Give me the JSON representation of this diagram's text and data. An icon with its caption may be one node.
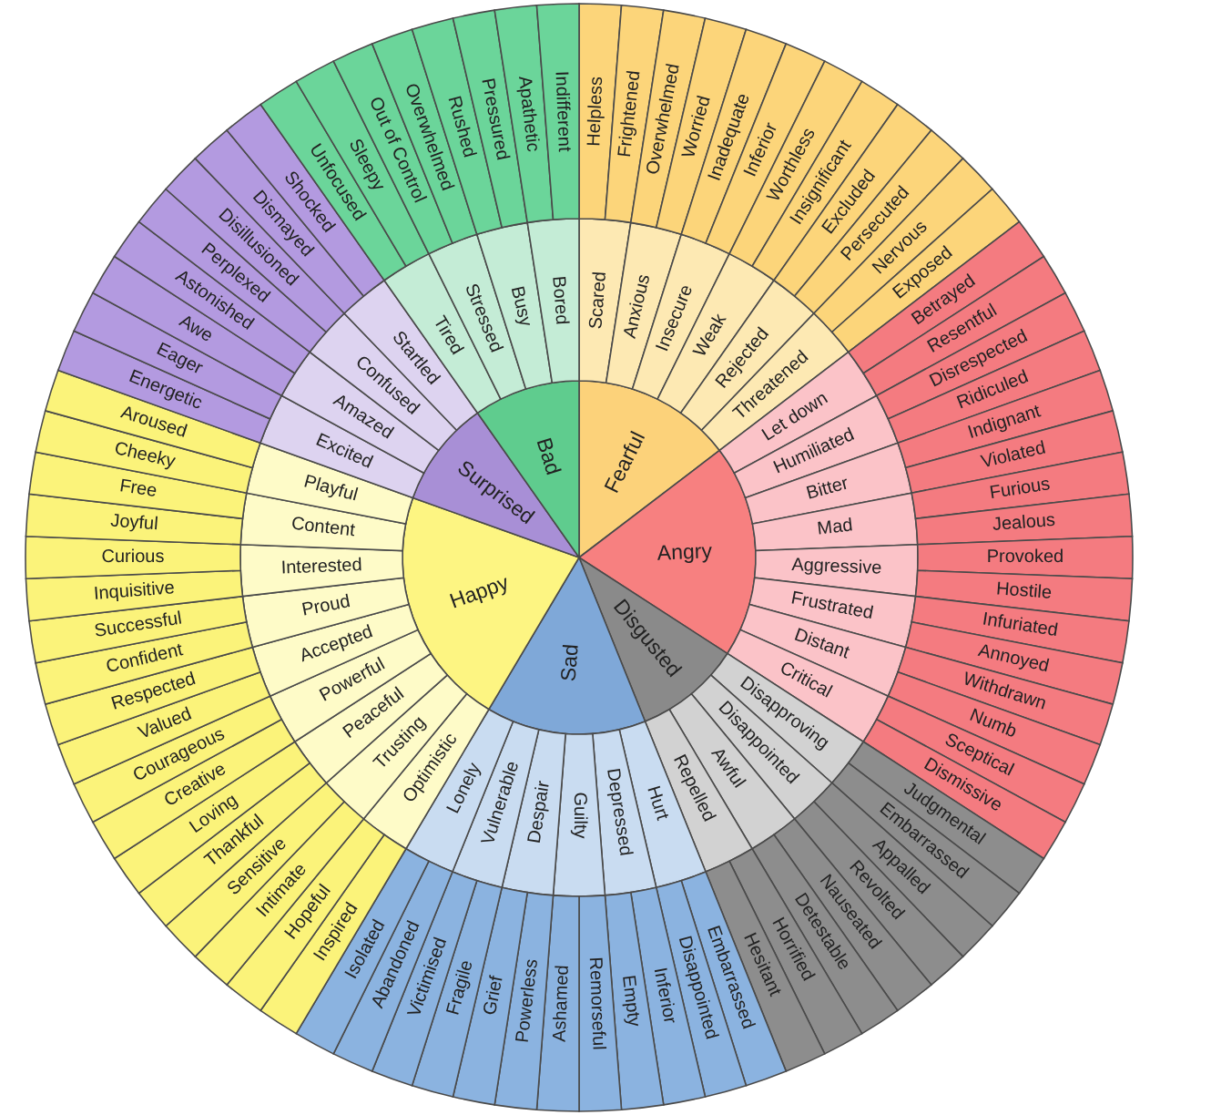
{
  "diagram": {
    "nodes": [
      {
        "text": [
          "Fearful"
        ]
      },
      {
        "text": [
          "Scared"
        ]
      },
      {
        "text": [
          "Anxious"
        ]
      },
      {
        "text": [
          "Insecure"
        ]
      },
      {
        "text": [
          "Weak"
        ]
      },
      {
        "text": [
          "Rejected"
        ]
      },
      {
        "text": [
          "Threatened"
        ]
      },
      {
        "text": [
          "Helpless"
        ]
      },
      {
        "text": [
          "Frightened"
        ]
      },
      {
        "text": [
          "Overwhelmed"
        ]
      },
      {
        "text": [
          "Worried"
        ]
      },
      {
        "text": [
          "Inadequate"
        ]
      },
      {
        "text": [
          "Inferior"
        ]
      },
      {
        "text": [
          "Worthless"
        ]
      },
      {
        "text": [
          "Insignificant"
        ]
      },
      {
        "text": [
          "Excluded"
        ]
      },
      {
        "text": [
          "Persecuted"
        ]
      },
      {
        "text": [
          "Nervous"
        ]
      },
      {
        "text": [
          "Exposed"
        ]
      },
      {
        "text": [
          "Angry"
        ]
      },
      {
        "text": [
          "Let down"
        ]
      },
      {
        "text": [
          "Humiliated"
        ]
      },
      {
        "text": [
          "Bitter"
        ]
      },
      {
        "text": [
          "Mad"
        ]
      },
      {
        "text": [
          "Aggressive"
        ]
      },
      {
        "text": [
          "Frustrated"
        ]
      },
      {
        "text": [
          "Distant"
        ]
      },
      {
        "text": [
          "Critical"
        ]
      },
      {
        "text": [
          "Betrayed"
        ]
      },
      {
        "text": [
          "Resentful"
        ]
      },
      {
        "text": [
          "Disrespected"
        ]
      },
      {
        "text": [
          "Ridiculed"
        ]
      },
      {
        "text": [
          "Indignant"
        ]
      },
      {
        "text": [
          "Violated"
        ]
      },
      {
        "text": [
          "Furious"
        ]
      },
      {
        "text": [
          "Jealous"
        ]
      },
      {
        "text": [
          "Provoked"
        ]
      },
      {
        "text": [
          "Hostile"
        ]
      },
      {
        "text": [
          "Infuriated"
        ]
      },
      {
        "text": [
          "Annoyed"
        ]
      },
      {
        "text": [
          "Withdrawn"
        ]
      },
      {
        "text": [
          "Numb"
        ]
      },
      {
        "text": [
          "Sceptical"
        ]
      },
      {
        "text": [
          "Dismissive"
        ]
      },
      {
        "text": [
          "Disgusted"
        ]
      },
      {
        "text": [
          "Disapproving"
        ]
      },
      {
        "text": [
          "Disappointed"
        ]
      },
      {
        "text": [
          "Awful"
        ]
      },
      {
        "text": [
          "Repelled"
        ]
      },
      {
        "text": [
          "Judgmental"
        ]
      },
      {
        "text": [
          "Embarrassed"
        ]
      },
      {
        "text": [
          "Appalled"
        ]
      },
      {
        "text": [
          "Revolted"
        ]
      },
      {
        "text": [
          "Nauseated"
        ]
      },
      {
        "text": [
          "Detestable"
        ]
      },
      {
        "text": [
          "Horrified"
        ]
      },
      {
        "text": [
          "Hesitant"
        ]
      },
      {
        "text": [
          "Sad"
        ]
      },
      {
        "text": [
          "Hurt"
        ]
      },
      {
        "text": [
          "Depressed"
        ]
      },
      {
        "text": [
          "Guilty"
        ]
      },
      {
        "text": [
          "Despair"
        ]
      },
      {
        "text": [
          "Vulnerable"
        ]
      },
      {
        "text": [
          "Lonely"
        ]
      },
      {
        "text": [
          "Embarrassed"
        ]
      },
      {
        "text": [
          "Disappointed"
        ]
      },
      {
        "text": [
          "Inferior"
        ]
      },
      {
        "text": [
          "Empty"
        ]
      },
      {
        "text": [
          "Remorseful"
        ]
      },
      {
        "text": [
          "Ashamed"
        ]
      },
      {
        "text": [
          "Powerless"
        ]
      },
      {
        "text": [
          "Grief"
        ]
      },
      {
        "text": [
          "Fragile"
        ]
      },
      {
        "text": [
          "Victimised"
        ]
      },
      {
        "text": [
          "Abandoned"
        ]
      },
      {
        "text": [
          "Isolated"
        ]
      },
      {
        "text": [
          "Happy"
        ]
      },
      {
        "text": [
          "Optimistic"
        ]
      },
      {
        "text": [
          "Trusting"
        ]
      },
      {
        "text": [
          "Peaceful"
        ]
      },
      {
        "text": [
          "Powerful"
        ]
      },
      {
        "text": [
          "Accepted"
        ]
      },
      {
        "text": [
          "Proud"
        ]
      },
      {
        "text": [
          "Interested"
        ]
      },
      {
        "text": [
          "Content"
        ]
      },
      {
        "text": [
          "Playful"
        ]
      },
      {
        "text": [
          "Inspired"
        ]
      },
      {
        "text": [
          "Hopeful"
        ]
      },
      {
        "text": [
          "Intimate"
        ]
      },
      {
        "text": [
          "Sensitive"
        ]
      },
      {
        "text": [
          "Thankful"
        ]
      },
      {
        "text": [
          "Loving"
        ]
      },
      {
        "text": [
          "Creative"
        ]
      },
      {
        "text": [
          "Courageous"
        ]
      },
      {
        "text": [
          "Valued"
        ]
      },
      {
        "text": [
          "Respected"
        ]
      },
      {
        "text": [
          "Confident"
        ]
      },
      {
        "text": [
          "Successful"
        ]
      },
      {
        "text": [
          "Inquisitive"
        ]
      },
      {
        "text": [
          "Curious"
        ]
      },
      {
        "text": [
          "Joyful"
        ]
      },
      {
        "text": [
          "Free"
        ]
      },
      {
        "text": [
          "Cheeky"
        ]
      },
      {
        "text": [
          "Aroused"
        ]
      },
      {
        "text": [
          "Surprised"
        ]
      },
      {
        "text": [
          "Excited"
        ]
      },
      {
        "text": [
          "Amazed"
        ]
      },
      {
        "text": [
          "Confused"
        ]
      },
      {
        "text": [
          "Startled"
        ]
      },
      {
        "text": [
          "Energetic"
        ]
      },
      {
        "text": [
          "Eager"
        ]
      },
      {
        "text": [
          "Awe"
        ]
      },
      {
        "text": [
          "Astonished"
        ]
      },
      {
        "text": [
          "Perplexed"
        ]
      },
      {
        "text": [
          "Disillusioned"
        ]
      },
      {
        "text": [
          "Dismayed"
        ]
      },
      {
        "text": [
          "Shocked"
        ]
      },
      {
        "text": [
          "Bad"
        ]
      },
      {
        "text": [
          "Tired"
        ]
      },
      {
        "text": [
          "Stressed"
        ]
      },
      {
        "text": [
          "Busy"
        ]
      },
      {
        "text": [
          "Bored"
        ]
      },
      {
        "text": [
          "Unfocused"
        ]
      },
      {
        "text": [
          "Sleepy"
        ]
      },
      {
        "text": [
          "Out of Control"
        ]
      },
      {
        "text": [
          "Overwhelmed"
        ]
      },
      {
        "text": [
          "Rushed"
        ]
      },
      {
        "text": [
          "Pressured"
        ]
      },
      {
        "text": [
          "Apathetic"
        ]
      },
      {
        "text": [
          "Indifferent"
        ]
      }
    ]
  }
}
